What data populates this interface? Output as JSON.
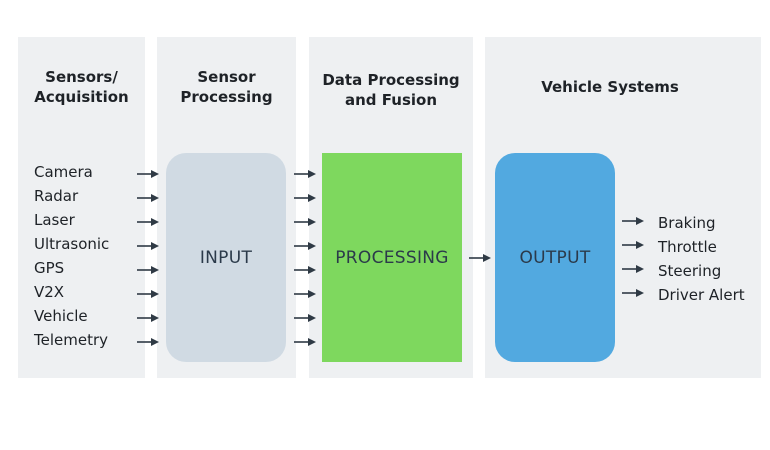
{
  "columns": {
    "acquisition": {
      "title_line1": "Sensors/",
      "title_line2": "Acquisition"
    },
    "sensor_processing": {
      "title_line1": "Sensor",
      "title_line2": "Processing"
    },
    "fusion": {
      "title_line1": "Data Processing",
      "title_line2": "and Fusion"
    },
    "vehicle_systems": {
      "title": "Vehicle Systems"
    }
  },
  "inputs": [
    "Camera",
    "Radar",
    "Laser",
    "Ultrasonic",
    "GPS",
    "V2X",
    "Vehicle",
    "Telemetry"
  ],
  "boxes": {
    "input": "INPUT",
    "processing": "PROCESSING",
    "output": "OUTPUT"
  },
  "outputs": [
    "Braking",
    "Throttle",
    "Steering",
    "Driver Alert"
  ],
  "colors": {
    "column_bg": "#eef0f2",
    "input_box": "#d0dae3",
    "processing_box": "#7ed85e",
    "output_box": "#52a9e0",
    "arrow": "#2f3a45"
  }
}
